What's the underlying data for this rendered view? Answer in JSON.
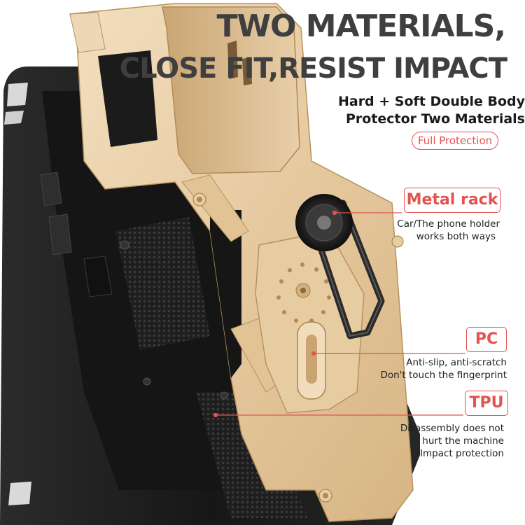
{
  "headline": {
    "line1": "TWO MATERIALS,",
    "line2": "CLOSE FIT,RESIST IMPACT"
  },
  "subheading": {
    "line1": "Hard + Soft Double Body",
    "line2": "Protector Two Materials"
  },
  "badge": "Full Protection",
  "features": [
    {
      "tag": "Metal rack",
      "lines": [
        "Car/The phone holder",
        "works both ways"
      ]
    },
    {
      "tag": "PC",
      "lines": [
        "Anti-slip, anti-scratch",
        "Don't touch the fingerprint"
      ]
    },
    {
      "tag": "TPU",
      "lines": [
        "Disassembly does not",
        "hurt the machine",
        "Impact protection"
      ]
    }
  ],
  "colors": {
    "accent": "#e3534f",
    "gold_case": "#e9cfa8",
    "black_case": "#1c1c1c",
    "headline": "#3f3f3f"
  }
}
